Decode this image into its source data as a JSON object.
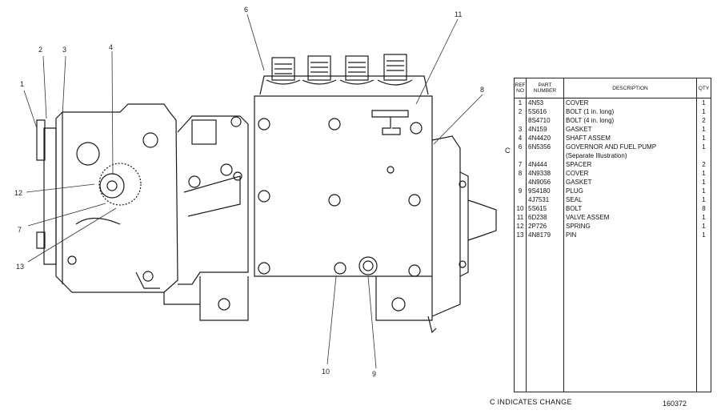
{
  "callouts": [
    "1",
    "2",
    "3",
    "4",
    "6",
    "11",
    "8",
    "12",
    "7",
    "13",
    "10",
    "9"
  ],
  "table": {
    "headers": {
      "ref_no": "REF NO",
      "part_number": "PART NUMBER",
      "description": "DESCRIPTION",
      "qty": "QTY"
    },
    "rows": [
      {
        "ref": "1",
        "part": "4N53",
        "desc": "COVER",
        "qty": "1"
      },
      {
        "ref": "2",
        "part": "5S616",
        "desc": "BOLT (1 in. long)",
        "qty": "1"
      },
      {
        "ref": "",
        "part": "8S4710",
        "desc": "BOLT (4 in. long)",
        "qty": "2"
      },
      {
        "ref": "3",
        "part": "4N159",
        "desc": "GASKET",
        "qty": "1"
      },
      {
        "ref": "4",
        "part": "4N4420",
        "desc": "SHAFT ASSEM",
        "qty": "1"
      },
      {
        "ref": "6",
        "part": "6N5356",
        "desc": "GOVERNOR AND FUEL PUMP",
        "qty": "1"
      },
      {
        "ref": "",
        "part": "",
        "desc": "(Separate Illustration)",
        "qty": ""
      },
      {
        "ref": "7",
        "part": "4N444",
        "desc": "SPACER",
        "qty": "2"
      },
      {
        "ref": "8",
        "part": "4N9338",
        "desc": "COVER",
        "qty": "1"
      },
      {
        "ref": "",
        "part": "4N9056",
        "desc": "GASKET",
        "qty": "1"
      },
      {
        "ref": "9",
        "part": "9S4180",
        "desc": "PLUG",
        "qty": "1"
      },
      {
        "ref": "",
        "part": "4J7531",
        "desc": "SEAL",
        "qty": "1"
      },
      {
        "ref": "10",
        "part": "5S615",
        "desc": "BOLT",
        "qty": "8"
      },
      {
        "ref": "11",
        "part": "6D238",
        "desc": "VALVE ASSEM",
        "qty": "1"
      },
      {
        "ref": "12",
        "part": "2P726",
        "desc": "SPRING",
        "qty": "1"
      },
      {
        "ref": "13",
        "part": "4N8179",
        "desc": "PIN",
        "qty": "1"
      }
    ]
  },
  "change_marker": "C",
  "footer_note": "C INDICATES CHANGE",
  "figure_number": "160372"
}
